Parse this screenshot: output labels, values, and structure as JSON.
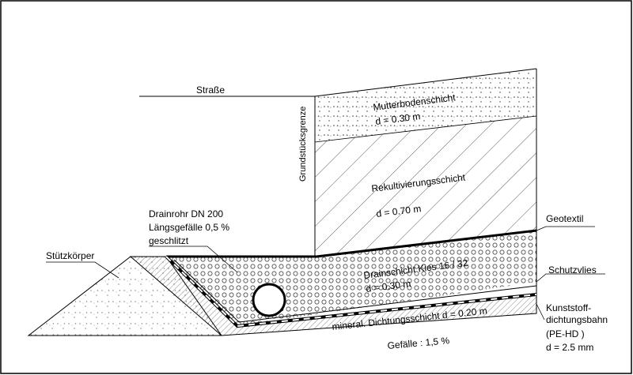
{
  "labels": {
    "strasse": "Straße",
    "grundstuecksgrenze": "Grundstücksgrenze",
    "mutterboden_name": "Mutterbodenschicht",
    "mutterboden_d": "d = 0.30 m",
    "rekult_name": "Rekultivierungsschicht",
    "rekult_d": "d = 0.70 m",
    "geotextil": "Geotextil",
    "drainrohr_1": "Drainrohr DN 200",
    "drainrohr_2": "Längsgefälle 0,5  %",
    "drainrohr_3": "geschlitzt",
    "stuetzkoerper": "Stützkörper",
    "drainschicht_name": "Drainschicht Kies 16 / 32",
    "drainschicht_d": "d = 0.30 m",
    "schutzvlies": "Schutzvlies",
    "mineral": "mineral. Dichtungsschicht d = 0.20 m",
    "gefaelle": "Gefälle : 1,5 %",
    "kunststoff_1": "Kunststoff-",
    "kunststoff_2": "dichtungsbahn",
    "kunststoff_3": "(PE-HD )",
    "kunststoff_4": "d = 2.5 mm"
  },
  "colors": {
    "line": "#000000",
    "background": "#ffffff",
    "hatch": "#444444"
  }
}
